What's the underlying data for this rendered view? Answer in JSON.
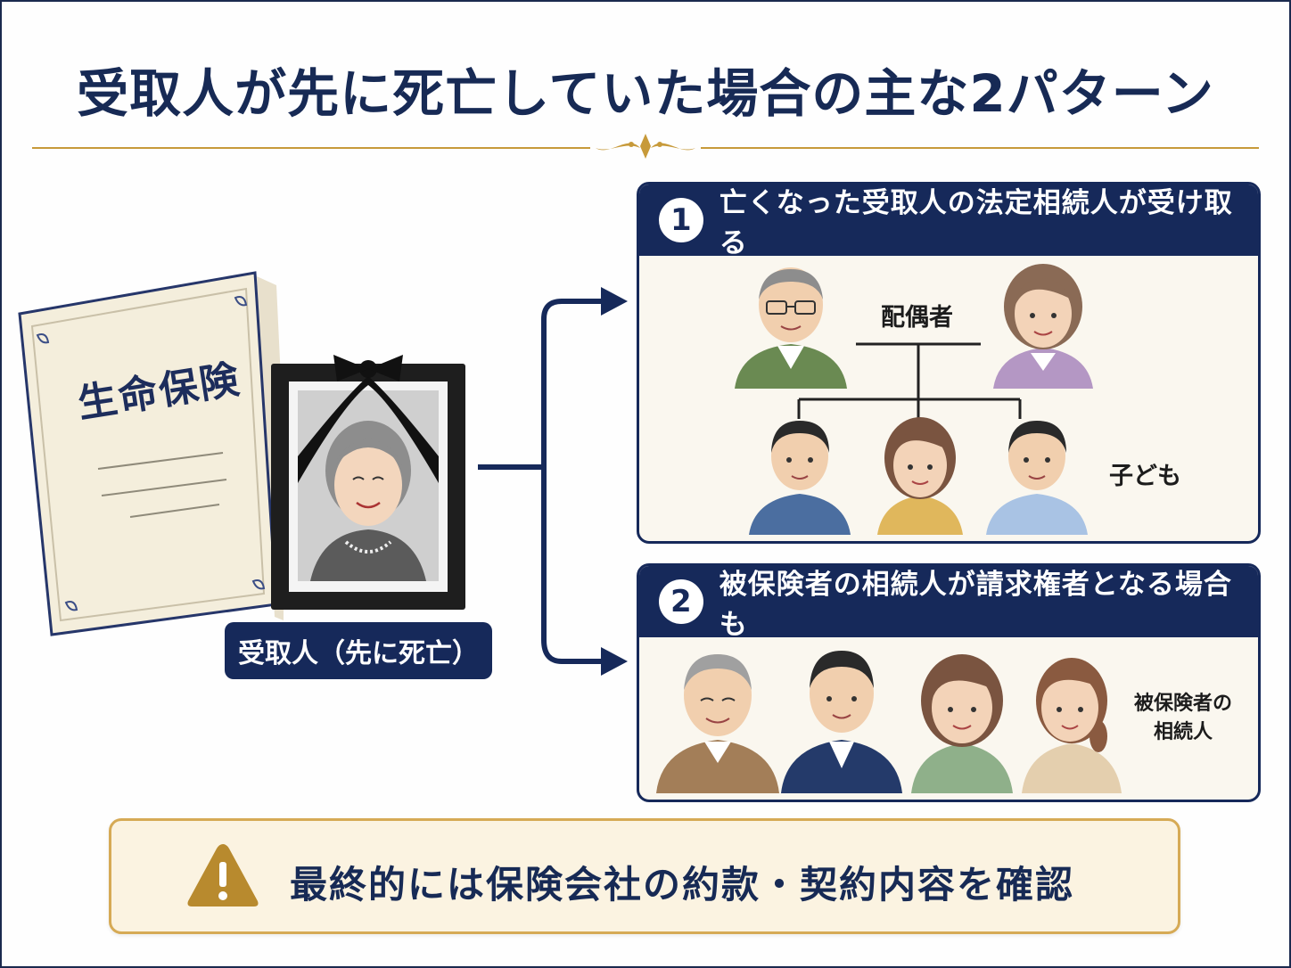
{
  "title": "受取人が先に死亡していた場合の主な2パターン",
  "left": {
    "booklet_title": "生命保険",
    "recipient_label": "受取人（先に死亡）"
  },
  "pattern1": {
    "number": "1",
    "heading": "亡くなった受取人の法定相続人が受け取る",
    "spouse_label": "配偶者",
    "children_label": "子ども"
  },
  "pattern2": {
    "number": "2",
    "heading": "被保険者の相続人が請求権者となる場合も",
    "heirs_label_line1": "被保険者の",
    "heirs_label_line2": "相続人"
  },
  "warning": {
    "icon": "warning-icon",
    "text": "最終的には保険会社の約款・契約内容を確認"
  },
  "colors": {
    "navy": "#16295a",
    "gold": "#c79a3a",
    "cream": "#faf7ef"
  }
}
